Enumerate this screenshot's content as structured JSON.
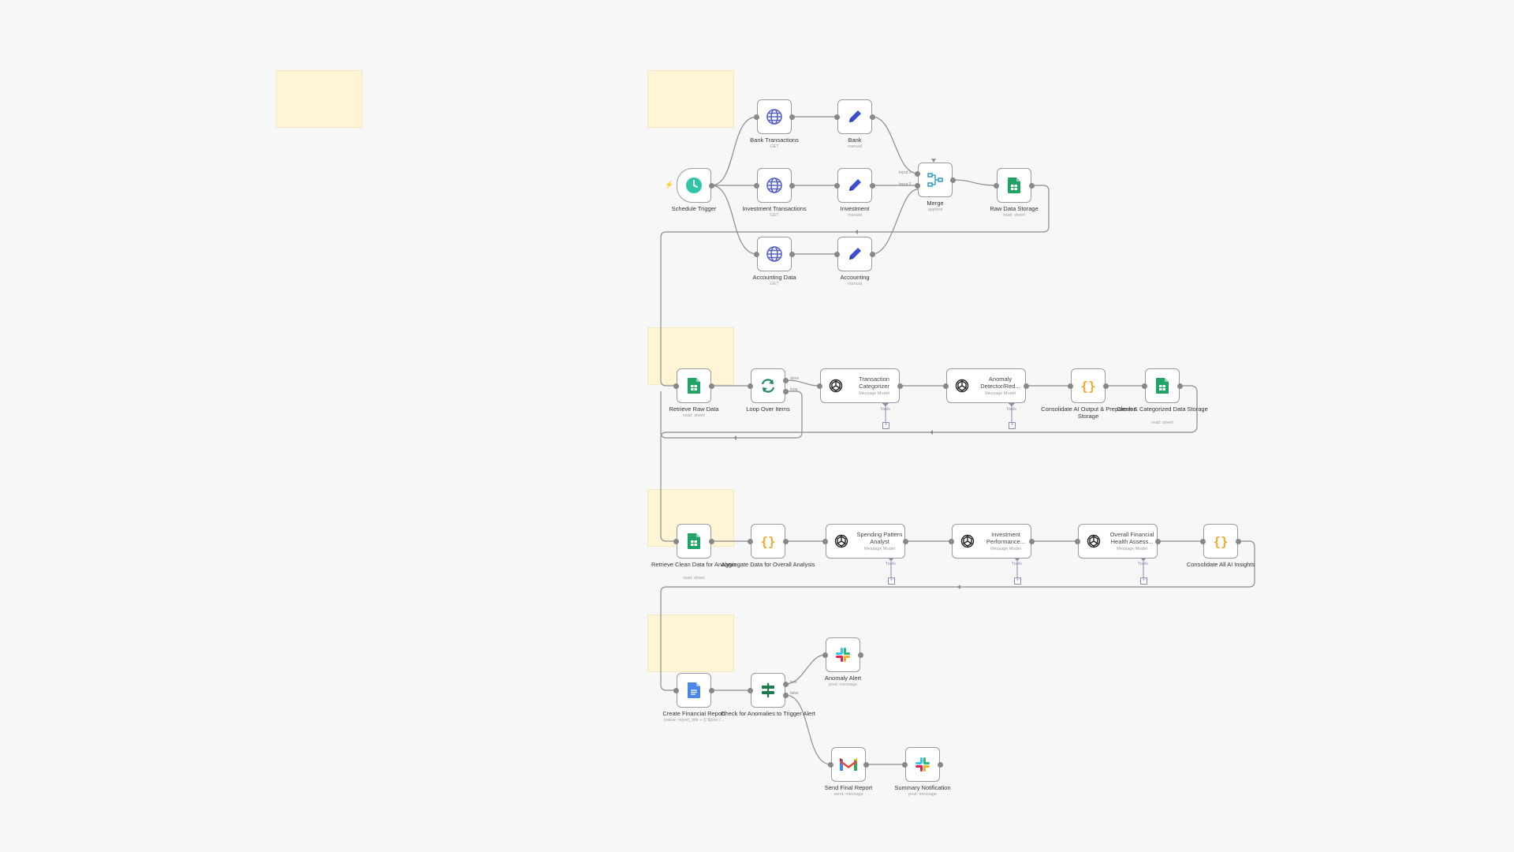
{
  "colors": {
    "canvas_bg": "#f7f7f8",
    "sticky_bg": "#fff4d6",
    "edge": "#8c8c91",
    "node_border": "#9a9a9f",
    "trigger_accent": "#ff6d5a",
    "sheets_green": "#21a366",
    "http_blue": "#5562c9",
    "set_blue": "#3c4fd1",
    "code_orange": "#f0a830"
  },
  "nodes": {
    "schedule_trigger": {
      "label": "Schedule Trigger",
      "icon": "clock-icon"
    },
    "bank_transactions": {
      "label": "Bank Transactions",
      "sub": "GET",
      "icon": "globe-icon"
    },
    "investment_transactions": {
      "label": "Investment Transactions",
      "sub": "GET",
      "icon": "globe-icon"
    },
    "accounting_data": {
      "label": "Accounting Data",
      "sub": "GET",
      "icon": "globe-icon"
    },
    "bank": {
      "label": "Bank",
      "sub": "manual",
      "icon": "pencil-icon"
    },
    "investment": {
      "label": "Investment",
      "sub": "manual",
      "icon": "pencil-icon"
    },
    "accounting": {
      "label": "Accounting",
      "sub": "manual",
      "icon": "pencil-icon"
    },
    "merge": {
      "label": "Merge",
      "sub": "append",
      "icon": "merge-icon"
    },
    "raw_data_storage": {
      "label": "Raw Data Storage",
      "sub": "read: sheet",
      "icon": "sheets-icon"
    },
    "retrieve_raw_data": {
      "label": "Retrieve Raw Data",
      "sub": "read: sheet",
      "icon": "sheets-icon"
    },
    "loop_over_items": {
      "label": "Loop Over Items",
      "icon": "loop-icon"
    },
    "transaction_categorizer": {
      "label": "Transaction Categorizer",
      "sub": "Message Model",
      "icon": "openai-icon"
    },
    "anomaly_detector": {
      "label": "Anomaly Detector/Red...",
      "sub": "Message Model",
      "icon": "openai-icon"
    },
    "consolidate_ai_output": {
      "label": "Consolidate AI Output & Prepare for Storage",
      "icon": "code-icon"
    },
    "clean_categorized_storage": {
      "label": "Clean & Categorized Data Storage",
      "sub": "read: sheet",
      "icon": "sheets-icon"
    },
    "retrieve_clean_data": {
      "label": "Retrieve Clean Data for Analysis",
      "sub": "read: sheet",
      "icon": "sheets-icon"
    },
    "aggregate_data": {
      "label": "Aggregate Data for Overall Analysis",
      "icon": "code-icon"
    },
    "spending_pattern_analyst": {
      "label": "Spending Pattern Analyst",
      "sub": "Message Model",
      "icon": "openai-icon"
    },
    "investment_performance": {
      "label": "Investment Performance...",
      "sub": "Message Model",
      "icon": "openai-icon"
    },
    "overall_financial_health": {
      "label": "Overall Financial Health Assess...",
      "sub": "Message Model",
      "icon": "openai-icon"
    },
    "consolidate_all_ai": {
      "label": "Consolidate All AI Insights",
      "icon": "code-icon"
    },
    "create_financial_report": {
      "label": "Create Financial Report",
      "sub": "{value: report_title + {{ $json.r...",
      "icon": "docs-icon"
    },
    "check_anomalies": {
      "label": "Check for Anomalies to Trigger Alert",
      "icon": "if-icon"
    },
    "anomaly_alert": {
      "label": "Anomaly Alert",
      "sub": "post: message",
      "icon": "slack-icon"
    },
    "send_final_report": {
      "label": "Send Final Report",
      "sub": "send: message",
      "icon": "gmail-icon"
    },
    "summary_notification": {
      "label": "Summary Notification",
      "sub": "post: message",
      "icon": "slack-icon"
    }
  },
  "port_labels": {
    "merge_input1": "Input 1",
    "merge_input2": "Input 2",
    "loop_done": "done",
    "loop_loop": "loop",
    "if_true": "true",
    "if_false": "false",
    "tools": "Tools",
    "add": "+"
  }
}
